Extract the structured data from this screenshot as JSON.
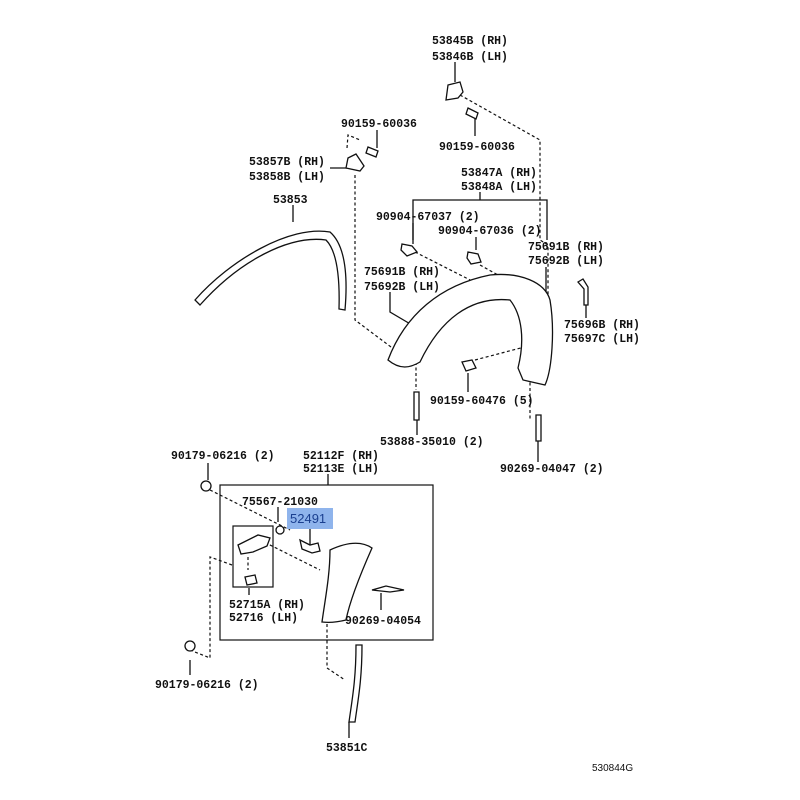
{
  "diagram": {
    "labels": {
      "hinge_top_rh": "53845B (RH)",
      "hinge_top_lh": "53846B (LH)",
      "bolt_left": "90159-60036",
      "bolt_top": "90159-60036",
      "bracket_rh": "53857B (RH)",
      "bracket_lh": "53858B (LH)",
      "liner_rh": "53847A (RH)",
      "liner_lh": "53848A (LH)",
      "moulding": "53853",
      "clip_a": "90904-67037 (2)",
      "clip_b": "90904-67036 (2)",
      "flare_right_rh": "75691B (RH)",
      "flare_right_lh": "75692B (LH)",
      "flare_left_rh": "75691B (RH)",
      "flare_left_lh": "75692B (LH)",
      "protector_rh": "75696B (RH)",
      "protector_lh": "75697C (LH)",
      "screw": "90159-60476 (5)",
      "stud": "53888-35010 (2)",
      "nut_top": "90179-06216 (2)",
      "mudguard_rh": "52112F (RH)",
      "mudguard_lh": "52113E (LH)",
      "rivet_right": "90269-04047 (2)",
      "grommet": "75567-21030",
      "highlighted_part": "52491",
      "retainer_rh": "52715A (RH)",
      "retainer_lh": "52716 (LH)",
      "rivet_box": "90269-04054",
      "nut_bottom": "90179-06216 (2)",
      "seal": "53851C",
      "diagram_code": "530844G"
    },
    "highlight_color": "#8fb4ec",
    "highlight_text_color": "#1a3f8f"
  }
}
